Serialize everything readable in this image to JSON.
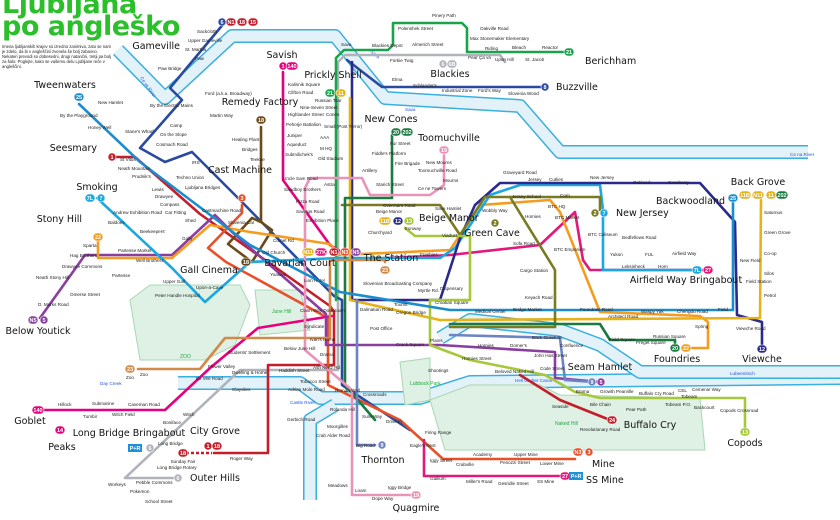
{
  "header": {
    "title_line1": "Ljubljana",
    "title_line2": "po angleško",
    "intro": "Imena ljubljanskih krajev so izredno zanimiva, zato se nam je zdelo, da bi v angleščini zvenela še bolj zabavno. Nekateri prevodi so dobesedni, drugi natančni, tretji pa bolj za šalo. Poglejte, kako se vašemu delu Ljubljane reče v angleščini."
  },
  "colors": {
    "red": "#c41e2a",
    "coral": "#e8502a",
    "brown": "#6b4a1a",
    "magenta": "#e6007e",
    "purple": "#8a3ea0",
    "yellow": "#e6b21a",
    "olive": "#7a7a22",
    "lightblue": "#1ba7e0",
    "navy": "#2a2a8c",
    "orange": "#f39c1f",
    "darkgreen": "#1a7a40",
    "green": "#1aa34a",
    "lime": "#a6c83a",
    "grey": "#b0b4ba",
    "lightpink": "#ea93b8",
    "slate": "#6c84c4",
    "teal": "#1b8ccc",
    "tan": "#d08a4a",
    "blue": "#2a4aa0",
    "pink": "#e0197a",
    "river": "#e3f1f9",
    "riverEdge": "#3ab0e0",
    "parkFill": "#dff0e4",
    "parkEdge": "#a8d8b4",
    "pr": "#1e90d6"
  },
  "rivers": [
    "Ce ve River",
    "Sava",
    "Sava",
    "Ce na River",
    "Day Creek",
    "Castle River",
    "Hell Gruber Canal",
    "Lubeenitsch"
  ],
  "parks": [
    "ZOO",
    "June Hill",
    "Naked Hill",
    "Lubbock Park"
  ],
  "terminals": [
    {
      "name": "Gameville",
      "badges": [
        {
          "label": "6",
          "color": "blue"
        },
        {
          "label": "N1",
          "color": "red"
        },
        {
          "label": "18",
          "color": "red"
        },
        {
          "label": "15",
          "color": "red"
        }
      ]
    },
    {
      "name": "Tweenwaters",
      "badges": [
        {
          "label": "25",
          "color": "teal"
        }
      ]
    },
    {
      "name": "Seesmary",
      "badges": [
        {
          "label": "1",
          "color": "red"
        }
      ]
    },
    {
      "name": "Smoking",
      "badges": [
        {
          "label": "7L",
          "color": "lightblue"
        },
        {
          "label": "7",
          "color": "lightblue"
        }
      ]
    },
    {
      "name": "Stony Hill",
      "badges": [
        {
          "label": "22",
          "color": "orange"
        }
      ]
    },
    {
      "name": "Below Youtick",
      "badges": [
        {
          "label": "N5",
          "color": "purple"
        },
        {
          "label": "5",
          "color": "purple"
        }
      ]
    },
    {
      "name": "Remedy Factory",
      "badges": [
        {
          "label": "18",
          "color": "brown"
        }
      ]
    },
    {
      "name": "Cast Machine",
      "badges": [
        {
          "label": "3",
          "color": "coral"
        }
      ]
    },
    {
      "name": "Gall Cinema",
      "badges": [
        {
          "label": "18",
          "color": "brown"
        }
      ]
    },
    {
      "name": "Savish",
      "badges": [
        {
          "label": "1",
          "color": "magenta"
        },
        {
          "label": "140",
          "color": "magenta"
        }
      ]
    },
    {
      "name": "Prickly Shell",
      "badges": [
        {
          "label": "21",
          "color": "green"
        },
        {
          "label": "11",
          "color": "yellow"
        }
      ]
    },
    {
      "name": "Blackies",
      "badges": [
        {
          "label": "6",
          "color": "grey"
        },
        {
          "label": "6B",
          "color": "grey"
        }
      ]
    },
    {
      "name": "Berichham",
      "badges": [
        {
          "label": "21",
          "color": "green"
        }
      ]
    },
    {
      "name": "Buzzville",
      "badges": [
        {
          "label": "8",
          "color": "blue"
        }
      ]
    },
    {
      "name": "New Cones",
      "badges": [
        {
          "label": "20",
          "color": "darkgreen"
        },
        {
          "label": "202",
          "color": "darkgreen"
        }
      ]
    },
    {
      "name": "Toomuchville",
      "badges": [
        {
          "label": "19",
          "color": "lightpink"
        }
      ]
    },
    {
      "name": "Beige Manor",
      "badges": [
        {
          "label": "11B",
          "color": "yellow"
        },
        {
          "label": "12",
          "color": "navy"
        },
        {
          "label": "13",
          "color": "lime"
        }
      ]
    },
    {
      "name": "Green Cave",
      "badges": [
        {
          "label": "2",
          "color": "olive"
        }
      ]
    },
    {
      "name": "New Jersey",
      "badges": [
        {
          "label": "2",
          "color": "olive"
        },
        {
          "label": "7",
          "color": "lightblue"
        }
      ]
    },
    {
      "name": "Back Grove",
      "badges": [
        {
          "label": "11B",
          "color": "yellow"
        },
        {
          "label": "N11",
          "color": "yellow"
        },
        {
          "label": "11",
          "color": "yellow"
        },
        {
          "label": "202",
          "color": "darkgreen"
        }
      ]
    },
    {
      "name": "Backwoodland",
      "badges": [
        {
          "label": "25",
          "color": "teal"
        }
      ]
    },
    {
      "name": "Airfield Way Bringabout",
      "badges": [
        {
          "label": "7L",
          "color": "lightblue"
        },
        {
          "label": "27",
          "color": "pink"
        }
      ]
    },
    {
      "name": "Bavarian Court",
      "badges": [
        {
          "label": "N11",
          "color": "yellow"
        },
        {
          "label": "27K",
          "color": "pink"
        },
        {
          "label": "N1",
          "color": "red"
        },
        {
          "label": "N3",
          "color": "coral"
        },
        {
          "label": "N5",
          "color": "purple"
        }
      ]
    },
    {
      "name": "The Station",
      "badges": [
        {
          "label": "23",
          "color": "tan"
        }
      ]
    },
    {
      "name": "Foundries",
      "badges": [
        {
          "label": "20",
          "color": "darkgreen"
        },
        {
          "label": "22",
          "color": "orange"
        }
      ]
    },
    {
      "name": "Viewche",
      "badges": [
        {
          "label": "12",
          "color": "navy"
        }
      ]
    },
    {
      "name": "Seam Hamlet",
      "badges": [
        {
          "label": "9",
          "color": "slate"
        },
        {
          "label": "5",
          "color": "purple"
        }
      ]
    },
    {
      "name": "Buffalo Cry",
      "badges": [
        {
          "label": "24",
          "color": "red"
        }
      ]
    },
    {
      "name": "Copods",
      "badges": [
        {
          "label": "13",
          "color": "lime"
        }
      ]
    },
    {
      "name": "Mine",
      "badges": [
        {
          "label": "N3",
          "color": "coral"
        },
        {
          "label": "3",
          "color": "coral"
        }
      ]
    },
    {
      "name": "SS Mine",
      "badges": [
        {
          "label": "27",
          "color": "pink"
        },
        {
          "label": "P+R",
          "color": "pr"
        }
      ]
    },
    {
      "name": "Thornton",
      "badges": [
        {
          "label": "9",
          "color": "slate"
        }
      ]
    },
    {
      "name": "Quagmire",
      "badges": [
        {
          "label": "19",
          "color": "lightpink"
        }
      ]
    },
    {
      "name": "Outer Hills",
      "badges": [
        {
          "label": "6",
          "color": "grey"
        }
      ]
    },
    {
      "name": "City Grove",
      "badges": [
        {
          "label": "1",
          "color": "red"
        },
        {
          "label": "18",
          "color": "red"
        }
      ]
    },
    {
      "name": "Long Bridge Bringabout",
      "badges": [
        {
          "label": "P+R",
          "color": "pr"
        },
        {
          "label": "6",
          "color": "grey"
        }
      ]
    },
    {
      "name": "Goblet",
      "badges": [
        {
          "label": "140",
          "color": "magenta"
        }
      ]
    },
    {
      "name": "Peaks",
      "badges": [
        {
          "label": "14",
          "color": "magenta"
        }
      ]
    },
    {
      "name": "Zoo",
      "badges": [
        {
          "label": "23",
          "color": "tan"
        }
      ]
    },
    {
      "name": "Sunday Fair",
      "badges": [
        {
          "label": "18",
          "color": "red"
        }
      ]
    }
  ],
  "stations": [
    "Sackcloth",
    "Upper Gameville",
    "St. Martha",
    "Paw",
    "Paw Bridge",
    "Ford (a.k.a. Broadway)",
    "By the Electric Mains",
    "Martin Way",
    "Camp",
    "On the Slope",
    "Cosmach Road",
    "New Hamlet",
    "By the Playground",
    "Honey Well",
    "Stane's Wharf",
    "St Vitus",
    "Neath Mountain",
    "Prudnik's",
    "Lewis",
    "Drawyee",
    "Compass",
    "Car Fitting",
    "Shed",
    "IRS",
    "Techno Union",
    "Ljubljana Bridges",
    "Castmachine Road",
    "Slovenia Car",
    "Healing Plant",
    "Bridges",
    "Teekee",
    "Andrew Exhibition Road",
    "Baldoes",
    "Beekeepers'",
    "Sparta",
    "Hag Brothers",
    "Drawyee Commons",
    "Partesse Market",
    "Well Brothers",
    "Partesse",
    "Neath Stony Hill",
    "Upper Gall",
    "Omerse Street",
    "D. Marks Road",
    "Peter Handle Hospital",
    "Upon-a-Cave",
    "Gally",
    "Old Church",
    "Yoalove",
    "Comet Rd",
    "Kalinnik Square",
    "Clifton Road",
    "Nine-Seven Street",
    "Highlander Street",
    "Pehorje Battalion",
    "Juniper",
    "Aqueduct",
    "Submilichek's",
    "Sava",
    "Blackies Depot",
    "Polenshek Street",
    "Pinery Path",
    "Almerich Street",
    "Forkie Twig",
    "Oakville Road",
    "Max Stonemaker Elementary",
    "Pear Ça va",
    "Riding",
    "Upon Hill",
    "Bleach",
    "St. Jacob",
    "Reactor",
    "Elma",
    "Schlander's",
    "Industrial Zone",
    "Ford's Way",
    "Slovenia Wood",
    "Russian Tsar",
    "Cones",
    "Small (Post Terror)",
    "AAA",
    "M HQ",
    "Old Stadium",
    "Uncle Sam Road",
    "Astra",
    "Sandboy Brothers",
    "Pizza Road",
    "Savings Road",
    "Exhibition Place",
    "Artillery",
    "Fiddle's Platform",
    "Fur Street",
    "Fire Brigade",
    "Starich Street",
    "New Mourns",
    "Toomuchville Road",
    "Ce ne Towers",
    "Mourns",
    "Overmars Road",
    "Save Hamlet",
    "Beige Manor",
    "Ironway",
    "Churchyard",
    "Viaduct",
    "Wobbly Way",
    "Graveyard Road",
    "Jersey",
    "Cutlies",
    "Jersey School",
    "Corn",
    "BTC HQ",
    "Hornies",
    "BTC Market",
    "BTC Coliseum",
    "BTC Emporium",
    "Bedfellows Road",
    "Yukon",
    "Leksinheck",
    "FUL",
    "Horn",
    "Airfield Way",
    "New Jersey",
    "Oakland",
    "Sansberry",
    "Saturnus",
    "Green Grove",
    "Co-op",
    "Silos",
    "Petrol",
    "New Field",
    "Field Station",
    "Field",
    "Viewche Road",
    "Foundries Road",
    "Architect Road",
    "Waspy Yak",
    "Chengdu Road",
    "Spring",
    "Field Square",
    "Preget Square",
    "Russian Square",
    "Sofa Road",
    "Cargo Station",
    "Keyach Road",
    "Bridge Market",
    "Back Grove St.",
    "Medical Center",
    "Dispensary",
    "Croatian Square",
    "Myrtle Rd.",
    "Slovenian Broadcasting Company",
    "Tourist",
    "Dalmatian Road",
    "Oregon Bridge",
    "Freshies",
    "Lion Hotel",
    "Clash Way Downtown",
    "Syndicate",
    "Post Office",
    "Ivan's Home",
    "Drama",
    "Ash Kertz Rd",
    "Tobacco Street",
    "Roman Wall",
    "Crossroads",
    "Rolanda Hill",
    "Moorgilles",
    "Crab Alder Road",
    "Sure Way",
    "Big Road",
    "Drive In",
    "Firing Range",
    "Eagle's Nest",
    "Iggy Street",
    "Gallium",
    "Crabville",
    "Academy",
    "Upper Mine",
    "Penozzi Street",
    "Lower Mine",
    "Miller's Road",
    "Gesridle Street",
    "SS Mine",
    "Meadows",
    "Loam",
    "Dope Way",
    "Iggy Bridge",
    "Crack Square",
    "Plains",
    "Hornies",
    "Domer's",
    "John Has Street",
    "Hornies Street",
    "Beloved Naked Hill",
    "Code Street",
    "Shootings",
    "Confluence",
    "Emma",
    "Seaside",
    "Bile Chain",
    "Revolutionary Road",
    "Pear Path",
    "Growth",
    "Pearville",
    "Buffalo Cry Road",
    "Tobeam",
    "Tobeam P.O.",
    "CEL",
    "Backcourt",
    "Cemenie Way",
    "Copods Crossroad",
    "Students' Settlement",
    "Below June Hill",
    "Haddish Street",
    "Flower Valley",
    "Ex Vee Road",
    "Dwelling & Home",
    "Clayslies",
    "Adrian Mole Road",
    "Gerbich Road",
    "Witch",
    "Boniface",
    "Long Bridge",
    "Roger Way",
    "Long Bridge Rotary",
    "Pebble Commons",
    "Workeys",
    "Pokemon",
    "School Street",
    "Hillock",
    "Tumbir",
    "Submarine",
    "Witch Field",
    "Caveman Road",
    "Zoo"
  ]
}
